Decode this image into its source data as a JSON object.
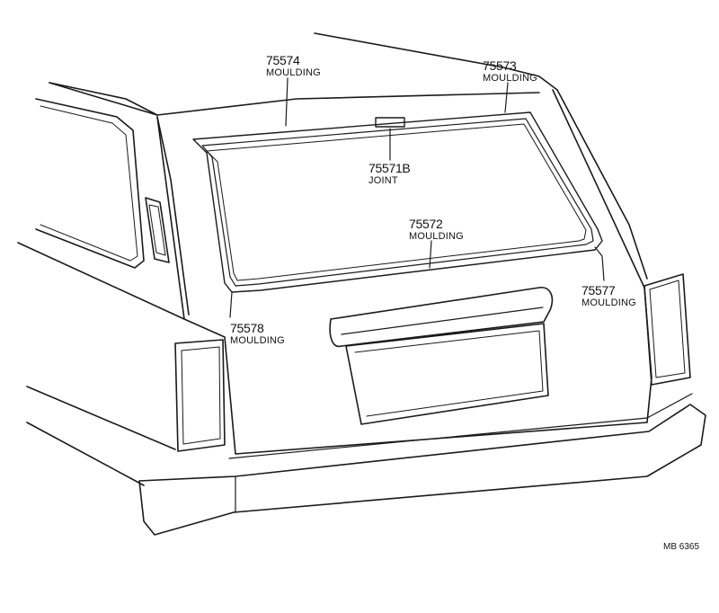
{
  "parts": [
    {
      "id": "moulding-75574",
      "number": "75574",
      "name": "MOULDING"
    },
    {
      "id": "moulding-75573",
      "number": "75573",
      "name": "MOULDING"
    },
    {
      "id": "joint-75571b",
      "number": "75571B",
      "name": "JOINT"
    },
    {
      "id": "moulding-75572",
      "number": "75572",
      "name": "MOULDING"
    },
    {
      "id": "moulding-75577",
      "number": "75577",
      "name": "MOULDING"
    },
    {
      "id": "moulding-75578",
      "number": "75578",
      "name": "MOULDING"
    }
  ],
  "figure_code": "MB 6365",
  "line_color": "#1a1a1a",
  "background": "#ffffff"
}
